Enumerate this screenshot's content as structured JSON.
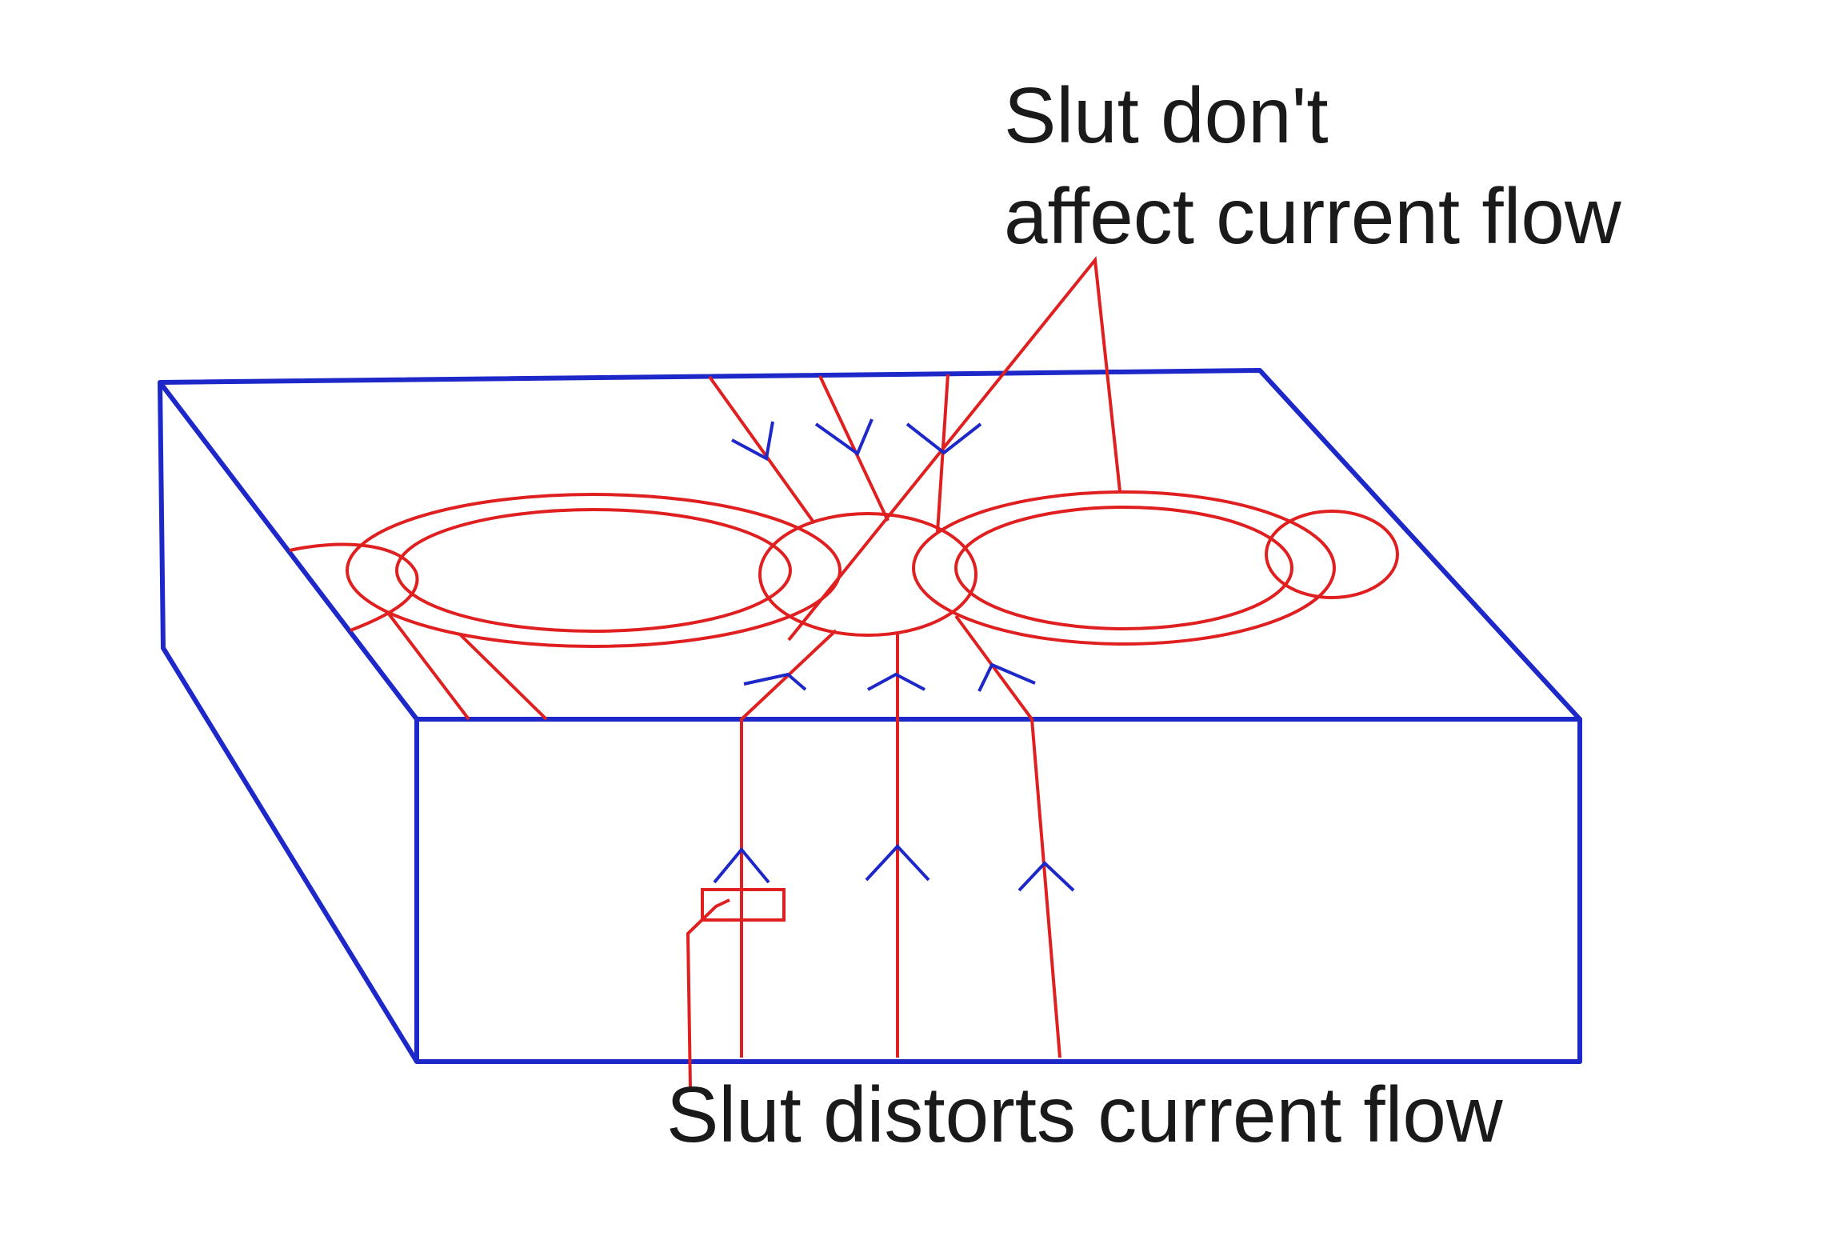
{
  "labels": {
    "top_line1": "Slut don't",
    "top_line2": "affect current flow",
    "bottom": "Slut distorts current flow"
  },
  "colors": {
    "block": "#1e28c8",
    "current": "#e02020",
    "text": "#1a1a1a"
  }
}
